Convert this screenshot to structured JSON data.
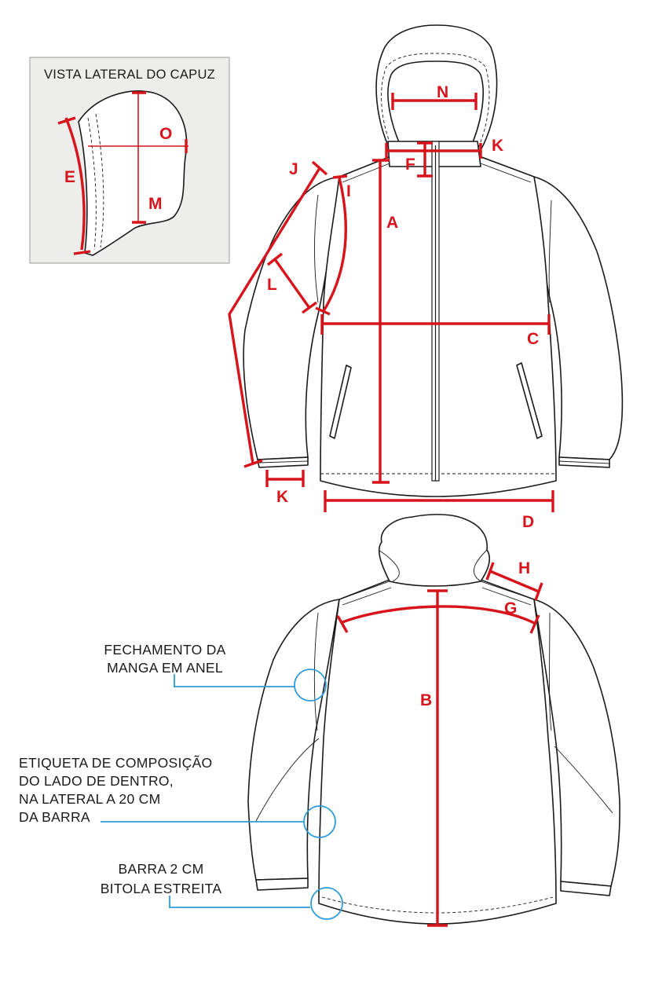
{
  "inset": {
    "title": "VISTA LATERAL DO CAPUZ"
  },
  "measurements": {
    "A": "A",
    "B": "B",
    "C": "C",
    "D": "D",
    "E": "E",
    "F": "F",
    "G": "G",
    "H": "H",
    "I": "I",
    "J": "J",
    "K_collar": "K",
    "K_cuff": "K",
    "L": "L",
    "M": "M",
    "N": "N",
    "O": "O"
  },
  "notes": {
    "sleeve_closure": [
      "FECHAMENTO DA",
      "MANGA EM ANEL"
    ],
    "label": [
      "ETIQUETA DE COMPOSIÇÃO",
      "DO LADO DE DENTRO,",
      "NA LATERAL A 20 CM",
      "DA BARRA"
    ],
    "hem": [
      "BARRA 2 CM",
      "BITOLA ESTREITA"
    ]
  },
  "colors": {
    "measure": "#d7141c",
    "callout": "#2e9bd6",
    "line": "#1a1a1a",
    "inset_background": "#ededeb"
  }
}
